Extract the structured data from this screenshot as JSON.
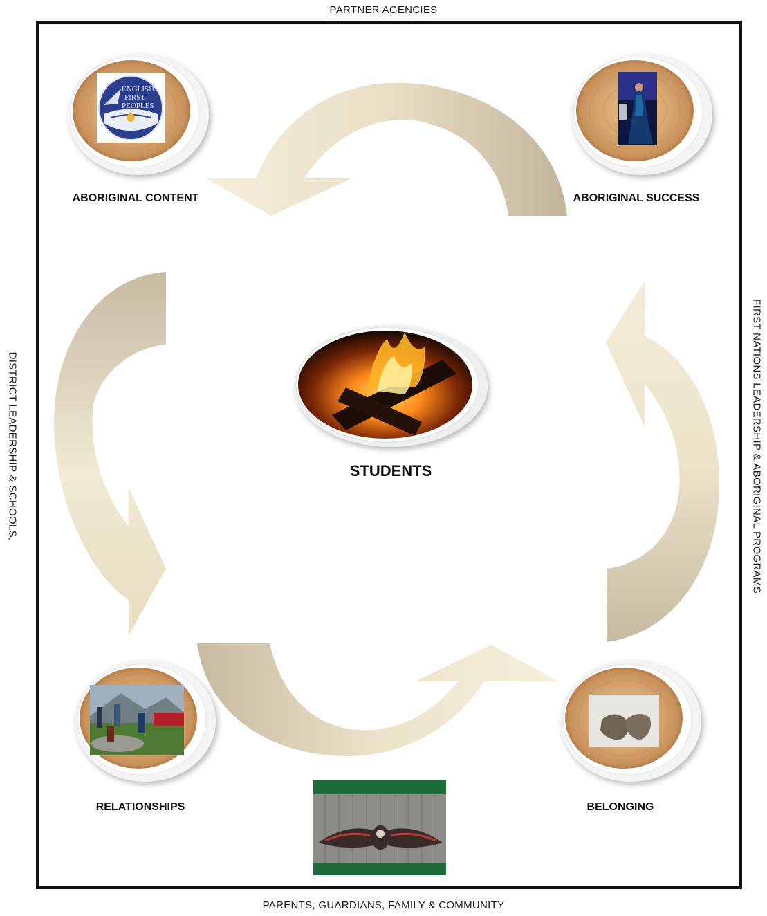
{
  "frame": {
    "top_label": "PARTNER AGENCIES",
    "bottom_label": "PARENTS, GUARDIANS, FAMILY & COMMUNITY",
    "left_label": "DISTRICT LEADERSHIP & SCHOOLS,",
    "right_label": "FIRST NATIONS LEADERSHIP & ABORIGINAL PROGRAMS"
  },
  "center": {
    "label": "STUDENTS",
    "image": "campfire-photo"
  },
  "nodes": [
    {
      "id": "aboriginal-content",
      "label": "ABORIGINAL CONTENT",
      "image": "english-first-peoples-logo"
    },
    {
      "id": "aboriginal-success",
      "label": "ABORIGINAL SUCCESS",
      "image": "performer-photo"
    },
    {
      "id": "relationships",
      "label": "RELATIONSHIPS",
      "image": "community-gathering-photo"
    },
    {
      "id": "belonging",
      "label": "BELONGING",
      "image": "open-hands-photo"
    }
  ],
  "logo": {
    "line1": "ENGLISH",
    "line2": "FIRST",
    "line3": "PEOPLES"
  },
  "bottom_image": "longhouse-carving-photo",
  "colors": {
    "arrow_light": "#f3ecd8",
    "arrow_dark": "#c6baa3",
    "wood_ring": "#d9a874",
    "logo_blue": "#2b3f8e",
    "frame": "#111111"
  }
}
